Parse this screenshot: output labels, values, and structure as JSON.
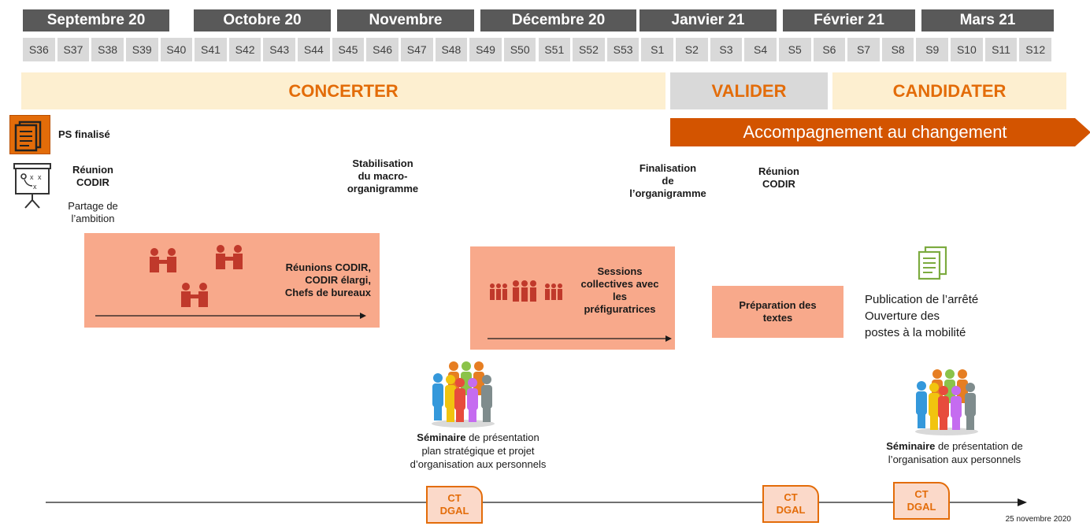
{
  "timeline": {
    "months": [
      {
        "label": "Septembre 20"
      },
      {
        "label": "Octobre 20"
      },
      {
        "label": "Novembre"
      },
      {
        "label": "Décembre 20"
      },
      {
        "label": "Janvier 21"
      },
      {
        "label": "Février 21"
      },
      {
        "label": "Mars 21"
      }
    ],
    "weeks": [
      "S36",
      "S37",
      "S38",
      "S39",
      "S40",
      "S41",
      "S42",
      "S43",
      "S44",
      "S45",
      "S46",
      "S47",
      "S48",
      "S49",
      "S50",
      "S51",
      "S52",
      "S53",
      "S1",
      "S2",
      "S3",
      "S4",
      "S5",
      "S6",
      "S7",
      "S8",
      "S9",
      "S10",
      "S11",
      "S12"
    ]
  },
  "phases": {
    "concerter": "CONCERTER",
    "valider": "VALIDER",
    "candidater": "CANDIDATER"
  },
  "accompaniment": "Accompagnement au changement",
  "ps_finalise": "PS finalisé",
  "milestones": {
    "codir1_title": "Réunion\nCODIR",
    "codir1_sub": "Partage de\nl’ambition",
    "stabilisation": "Stabilisation\ndu macro-\norganigramme",
    "finalisation": "Finalisation\nde\nl’organigramme",
    "codir2": "Réunion\nCODIR"
  },
  "boxes": {
    "reunions": "Réunions CODIR,\nCODIR élargi,\nChefs de bureaux",
    "sessions": "Sessions\ncollectives avec\nles\npréfiguratrices",
    "preparation": "Préparation des\ntextes"
  },
  "publication": "Publication de l’arrêté\nOuverture des\n postes à la mobilité",
  "seminar1": {
    "bold": "Séminaire",
    "rest": " de présentation",
    "line2": "plan stratégique et projet",
    "line3": "d’organisation aux personnels"
  },
  "seminar2": {
    "bold": "Séminaire",
    "rest": " de présentation de",
    "line2": "l’organisation aux personnels"
  },
  "ct_label": "CT",
  "dgal_label": "DGAL",
  "date": "25 novembre 2020",
  "colors": {
    "orange": "#e36c09",
    "dark_orange": "#d35400",
    "salmon": "#f8a98b",
    "month_bg": "#595959",
    "week_bg": "#d9d9d9",
    "phase_beige": "#fdefd0",
    "phase_grey": "#d9d9d9",
    "red_people": "#c0392b"
  }
}
